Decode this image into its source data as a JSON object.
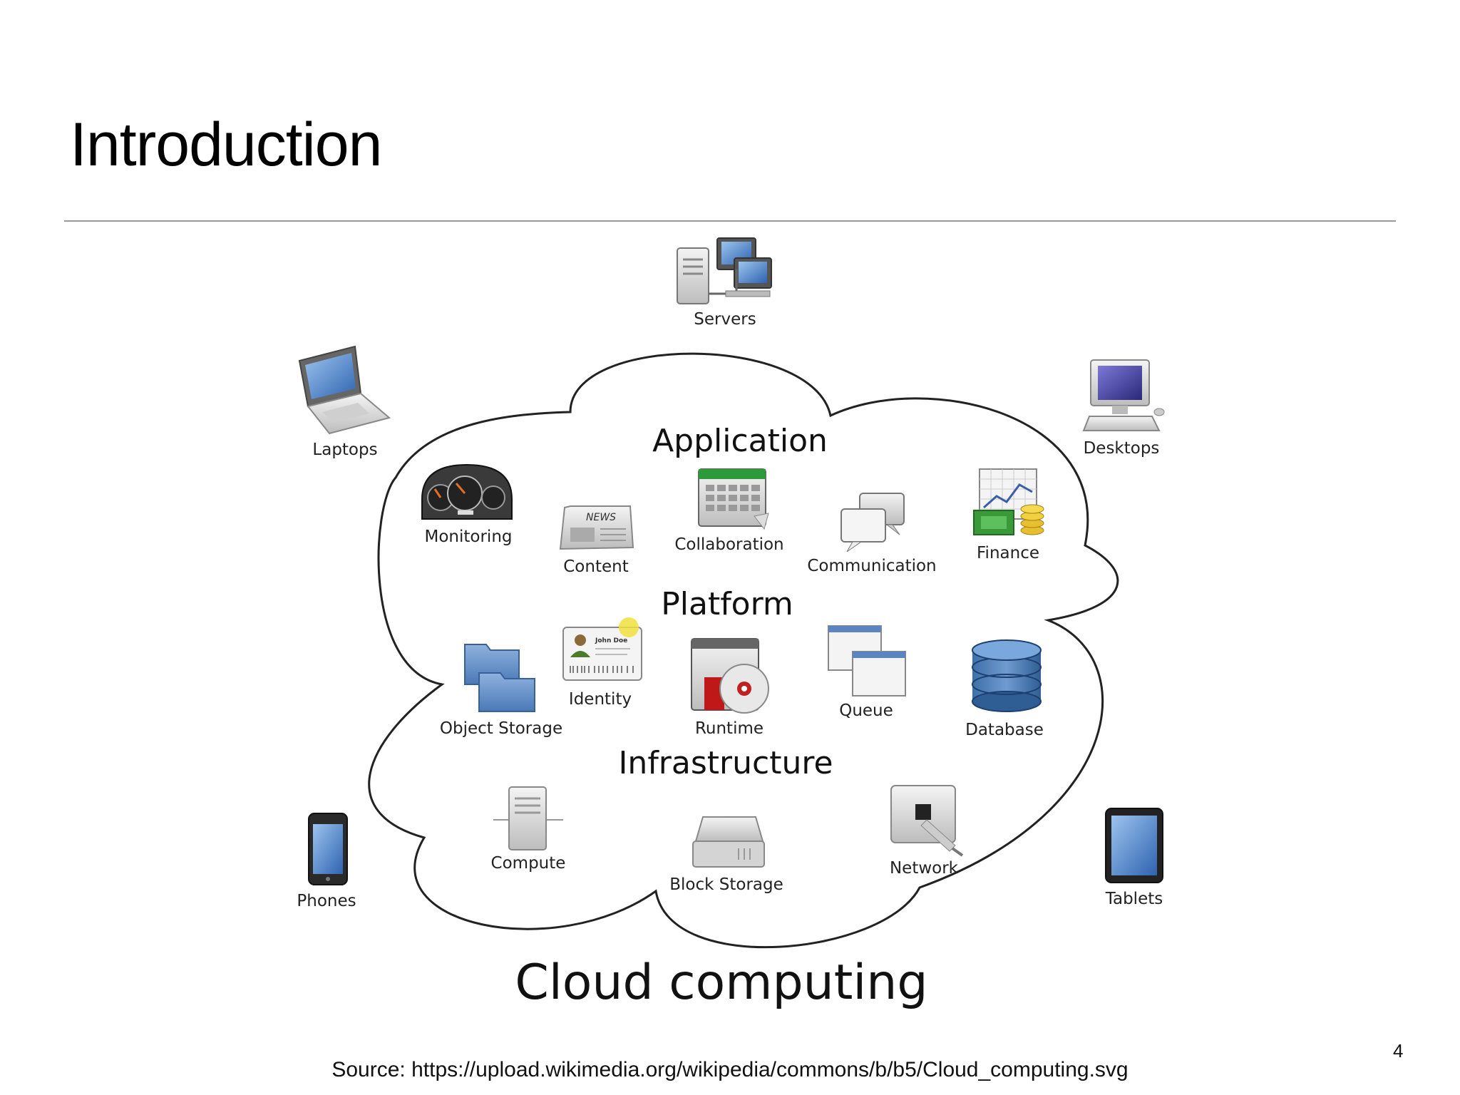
{
  "slide": {
    "title": "Introduction",
    "page_number": "4",
    "source": "Source: https://upload.wikimedia.org/wikipedia/commons/b/b5/Cloud_computing.svg"
  },
  "diagram": {
    "caption": "Cloud computing",
    "sections": {
      "application": "Application",
      "platform": "Platform",
      "infrastructure": "Infrastructure"
    },
    "devices": {
      "servers": "Servers",
      "laptops": "Laptops",
      "desktops": "Desktops",
      "phones": "Phones",
      "tablets": "Tablets"
    },
    "application_items": {
      "monitoring": "Monitoring",
      "content": "Content",
      "collaboration": "Collaboration",
      "communication": "Communication",
      "finance": "Finance"
    },
    "platform_items": {
      "object_storage": "Object Storage",
      "identity": "Identity",
      "runtime": "Runtime",
      "queue": "Queue",
      "database": "Database"
    },
    "infrastructure_items": {
      "compute": "Compute",
      "block_storage": "Block Storage",
      "network": "Network"
    },
    "identity_card_text": "John Doe",
    "news_text": "NEWS"
  }
}
